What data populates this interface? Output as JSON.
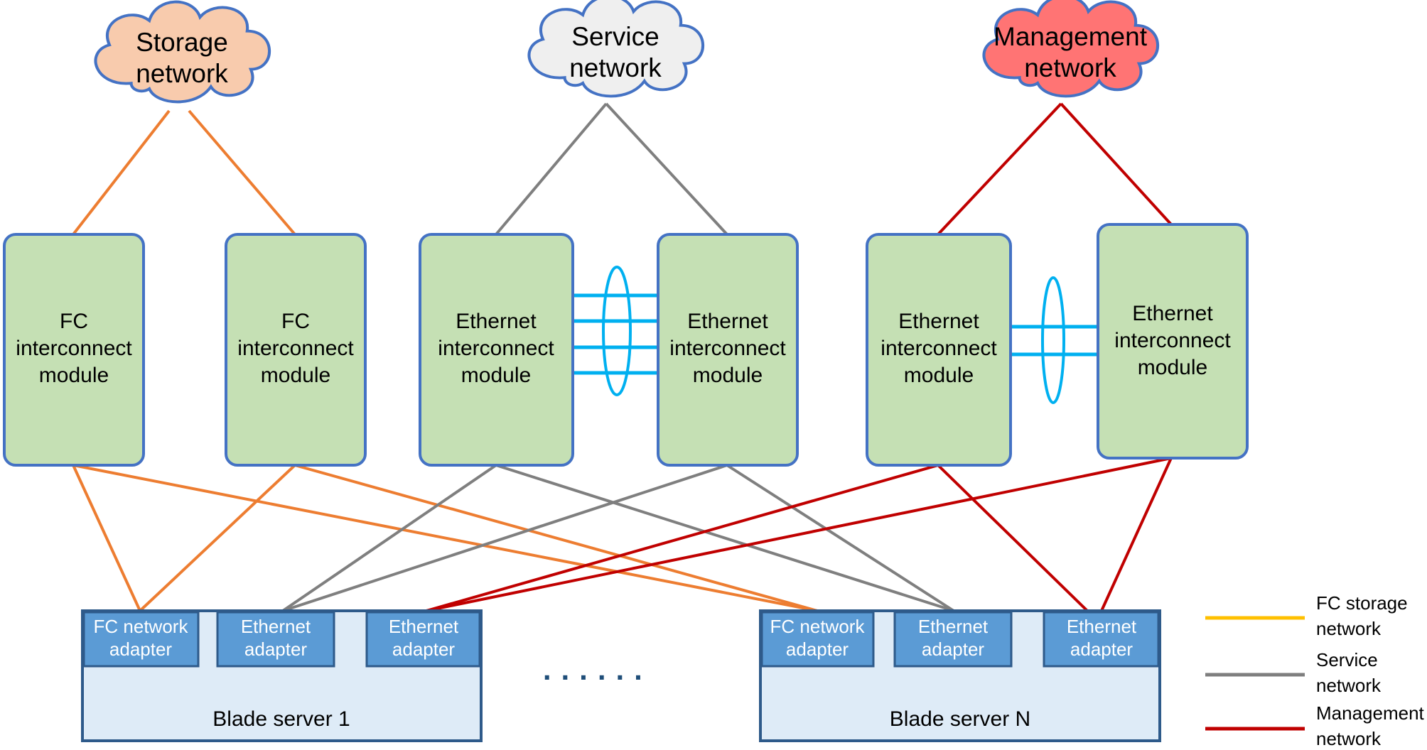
{
  "clouds": {
    "storage": {
      "line1": "Storage",
      "line2": "network",
      "fill": "#F8CBAD"
    },
    "service": {
      "line1": "Service",
      "line2": "network",
      "fill": "#EFEFEF"
    },
    "management": {
      "line1": "Management",
      "line2": "network",
      "fill": "#FF7474"
    }
  },
  "modules": [
    {
      "id": "fc1",
      "lines": [
        "FC",
        "interconnect",
        "module"
      ]
    },
    {
      "id": "fc2",
      "lines": [
        "FC",
        "interconnect",
        "module"
      ]
    },
    {
      "id": "eth1",
      "lines": [
        "Ethernet",
        "interconnect",
        "module"
      ]
    },
    {
      "id": "eth2",
      "lines": [
        "Ethernet",
        "interconnect",
        "module"
      ]
    },
    {
      "id": "eth3",
      "lines": [
        "Ethernet",
        "interconnect",
        "module"
      ]
    },
    {
      "id": "eth4",
      "lines": [
        "Ethernet",
        "interconnect",
        "module"
      ]
    }
  ],
  "servers": [
    {
      "label": "Blade server 1",
      "adapters": [
        {
          "line1": "FC network",
          "line2": "adapter"
        },
        {
          "line1": "Ethernet",
          "line2": "adapter"
        },
        {
          "line1": "Ethernet",
          "line2": "adapter"
        }
      ]
    },
    {
      "label": "Blade server N",
      "adapters": [
        {
          "line1": "FC network",
          "line2": "adapter"
        },
        {
          "line1": "Ethernet",
          "line2": "adapter"
        },
        {
          "line1": "Ethernet",
          "line2": "adapter"
        }
      ]
    }
  ],
  "ellipsis": "· · · · · ·",
  "legend": [
    {
      "line1": "FC storage",
      "line2": "network",
      "color": "#FFC000"
    },
    {
      "line1": "Service",
      "line2": "network",
      "color": "#7F7F7F"
    },
    {
      "line1": "Management",
      "line2": "network",
      "color": "#C00000"
    }
  ],
  "colors": {
    "fc_link": "#ED7D31",
    "service_link": "#7F7F7F",
    "management_link": "#C00000",
    "stack_link": "#00B0F0",
    "module_fill": "#C5E0B4",
    "module_border": "#4472C4",
    "adapter_fill": "#5B9BD5",
    "server_fill": "#DEEBF7",
    "server_border": "#2E5A8A"
  }
}
